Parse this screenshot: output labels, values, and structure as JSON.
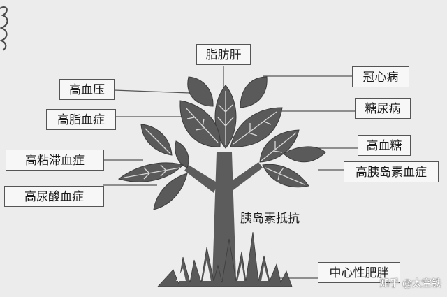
{
  "root_label": "胰岛素抵抗",
  "branches": {
    "top": "脂肪肝",
    "left_1": "高血压",
    "left_2": "高脂血症",
    "left_3": "高粘滞血症",
    "left_4": "高尿酸血症",
    "right_1": "冠心病",
    "right_2": "糖尿病",
    "right_3": "高血糖",
    "right_4": "高胰岛素血症",
    "base": "中心性肥胖"
  },
  "watermark": "知乎 @太空铁",
  "colors": {
    "background": "#ececec",
    "leaf": "#5a5a5a",
    "trunk": "#5c5c5c",
    "line": "#555555"
  }
}
